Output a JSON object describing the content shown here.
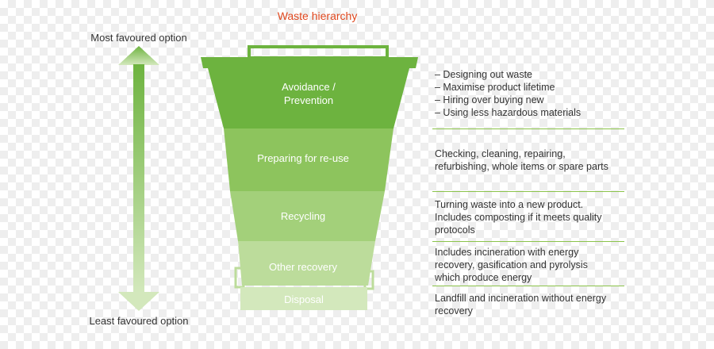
{
  "title": "Waste hierarchy",
  "axis": {
    "top": "Most favoured option",
    "bottom": "Least favoured option"
  },
  "tiers": [
    {
      "label": [
        "Avoidance /",
        "Prevention"
      ],
      "description": [
        "– Designing out waste",
        "– Maximise product lifetime",
        "– Hiring over buying new",
        "– Using less hazardous materials"
      ]
    },
    {
      "label": [
        "Preparing for re-use"
      ],
      "description": [
        "Checking, cleaning, repairing,",
        "refurbishing, whole items or spare parts"
      ]
    },
    {
      "label": [
        "Recycling"
      ],
      "description": [
        "Turning waste into a new product.",
        "Includes composting if it meets quality",
        "protocols"
      ]
    },
    {
      "label": [
        "Other recovery"
      ],
      "description": [
        "Includes incineration with energy",
        "recovery, gasification and pyrolysis",
        "which produce energy"
      ]
    },
    {
      "label": [
        "Disposal"
      ],
      "description": [
        "Landfill and incineration without energy",
        "recovery"
      ]
    }
  ],
  "colors": {
    "title": "#e0481f",
    "tier_1": "#6db33f",
    "tier_2": "#8dc45d",
    "tier_3": "#a3d07a",
    "tier_4": "#bcdc9b",
    "tier_5": "#d3e8bc",
    "arrow_top": "#6db33f",
    "arrow_bottom": "#d3e8bc"
  }
}
